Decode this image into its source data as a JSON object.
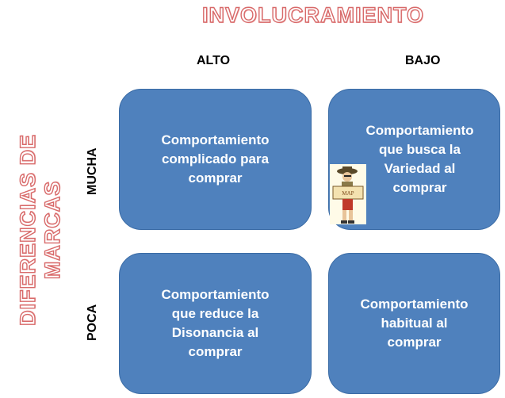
{
  "titles": {
    "top": "INVOLUCRAMIENTO",
    "side": "DIFERENCIAS DE MARCAS"
  },
  "columns": {
    "alto": "ALTO",
    "bajo": "BAJO"
  },
  "rows": {
    "mucha": "MUCHA",
    "poca": "POCA"
  },
  "cells": {
    "mucha_alto": "Comportamiento\ncomplicado para\ncomprar",
    "mucha_bajo": "Comportamiento\nque busca la\nVariedad al\ncomprar",
    "poca_alto": "Comportamiento\nque reduce la\nDisonancia al\ncomprar",
    "poca_bajo": "Comportamiento\nhabitual al\ncomprar"
  },
  "figure": {
    "sign_text": "MAP",
    "icon": "explorer-with-map-clipart"
  },
  "colors": {
    "cell_fill": "#4f81bd",
    "title_outline": "#d86a6a"
  }
}
